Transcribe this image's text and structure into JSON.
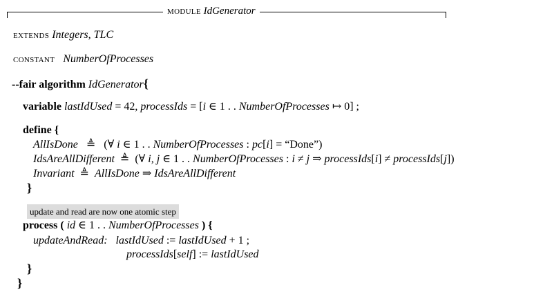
{
  "header": {
    "keyword": "module",
    "name": "IdGenerator"
  },
  "extends": {
    "keyword": "extends",
    "modules": "Integers, TLC"
  },
  "constant": {
    "keyword": "constant",
    "name": "NumberOfProcesses"
  },
  "algorithm": {
    "keyword": "--fair algorithm",
    "name": "IdGenerator",
    "open": "{"
  },
  "variables": {
    "keyword": "variable",
    "var1": "lastIdUsed",
    "eq1": " = 42, ",
    "var2": "processIds",
    "eq2": " = [",
    "idx": "i",
    "in": " ∈ 1 . . ",
    "range": "NumberOfProcesses",
    "maps": " ↦ 0] ;"
  },
  "define": {
    "keyword": "define {",
    "close": "}",
    "defs": [
      {
        "name": "AllIsDone",
        "op": "≜",
        "body_a": "(∀ ",
        "v": "i",
        "body_b": " ∈ 1 . . ",
        "r": "NumberOfProcesses",
        "body_c": " : ",
        "pc": "pc",
        "body_d": "[",
        "i2": "i",
        "body_e": "] = “Done”)"
      },
      {
        "name": "IdsAreAllDifferent",
        "op": "≜",
        "body_a": "(∀ ",
        "v": "i, j",
        "body_b": " ∈ 1 . . ",
        "r": "NumberOfProcesses",
        "body_c": " : ",
        "pc": "i",
        "body_d": " ≠ ",
        "i2": "j",
        "body_e": " ⇒ ",
        "pid1": "processIds",
        "b1": "[",
        "i3": "i",
        "b2": "] ≠ ",
        "pid2": "processIds",
        "b3": "[",
        "j3": "j",
        "b4": "])"
      },
      {
        "name": "Invariant",
        "op": "≜",
        "lhs": "AllIsDone",
        "arrow": " ⇒ ",
        "rhs": "IdsAreAllDifferent"
      }
    ]
  },
  "comment": "update and read are now one atomic step",
  "process": {
    "keyword": "process",
    "open_paren": " ( ",
    "var": "id",
    "in": " ∈ 1 . . ",
    "range": "NumberOfProcesses",
    "close_paren": " ) {",
    "label": "updateAndRead:",
    "stmt1_lhs": "lastIdUsed",
    "stmt1_op": " := ",
    "stmt1_rhs": "lastIdUsed",
    "stmt1_tail": " + 1 ;",
    "stmt2_lhs": "processIds",
    "stmt2_b1": "[",
    "stmt2_self": "self",
    "stmt2_b2": "] := ",
    "stmt2_rhs": "lastIdUsed",
    "close": "}"
  },
  "algorithm_close": "}"
}
